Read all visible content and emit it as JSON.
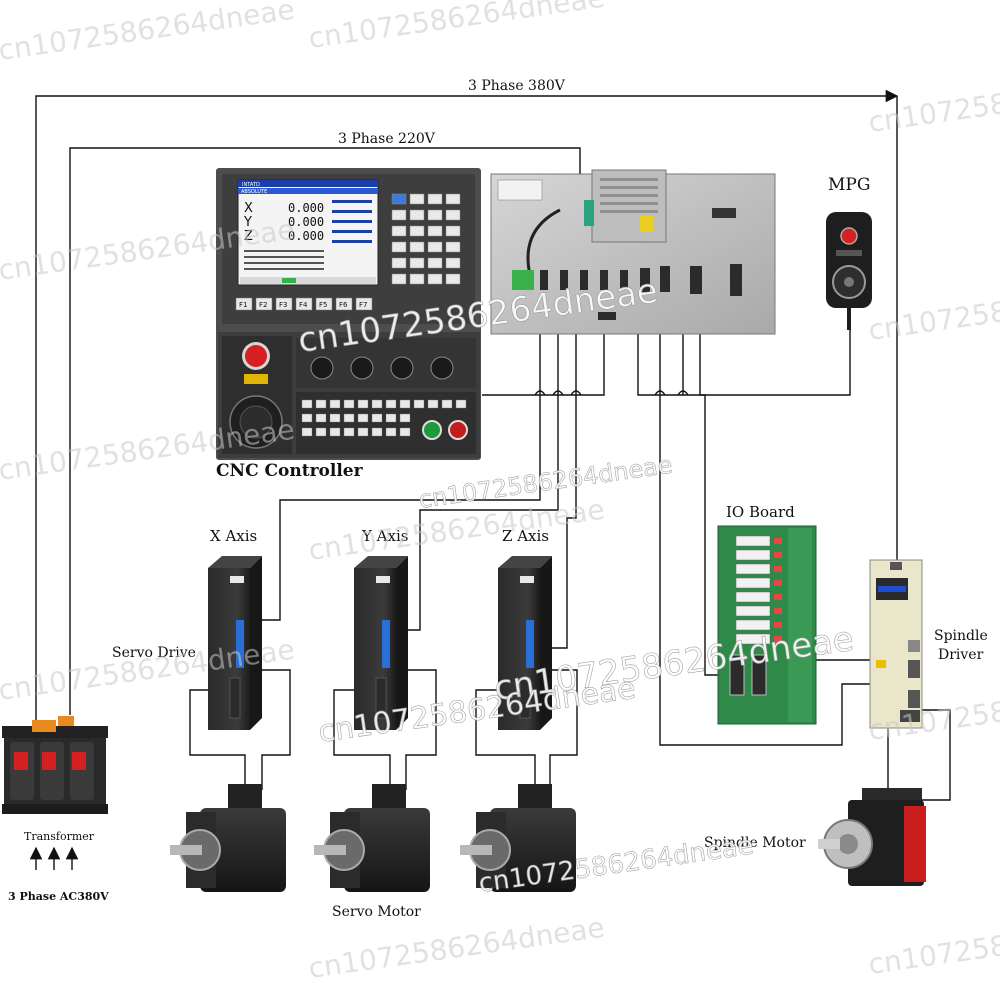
{
  "labels": {
    "phase380_top": "3 Phase 380V",
    "phase220": "3 Phase 220V",
    "mpg": "MPG",
    "cnc_controller": "CNC Controller",
    "io_board": "IO Board",
    "spindle_driver_line1": "Spindle",
    "spindle_driver_line2": "Driver",
    "x_axis": "X Axis",
    "y_axis": "Y Axis",
    "z_axis": "Z Axis",
    "servo_drive": "Servo Drive",
    "servo_motor": "Servo Motor",
    "spindle_motor": "Spindle Motor",
    "transformer": "Transformer",
    "input_power": "3 Phase AC380V"
  },
  "cnc_screen": {
    "brand": "INTATD",
    "mode": "ABSOLUTE",
    "axis_x": "X",
    "axis_y": "Y",
    "axis_z": "Z",
    "value_x": "0.000",
    "value_y": "0.000",
    "value_z": "0.000",
    "softkeys": [
      "F1",
      "F2",
      "F3",
      "F4",
      "F5",
      "F6",
      "F7"
    ]
  },
  "watermark": "cn1072586264dneae",
  "colors": {
    "wire": "#111111",
    "panel_dark": "#3a3a3a",
    "panel_frame": "#4d4d4d",
    "screen_blue": "#1a3fa8",
    "estop_red": "#d42020",
    "start_green": "#1e9a3a",
    "pcb_green": "#2f8a4a",
    "drive_blue": "#2a6fd6",
    "motor_dark": "#232323",
    "spindle_red": "#c81e1e"
  }
}
